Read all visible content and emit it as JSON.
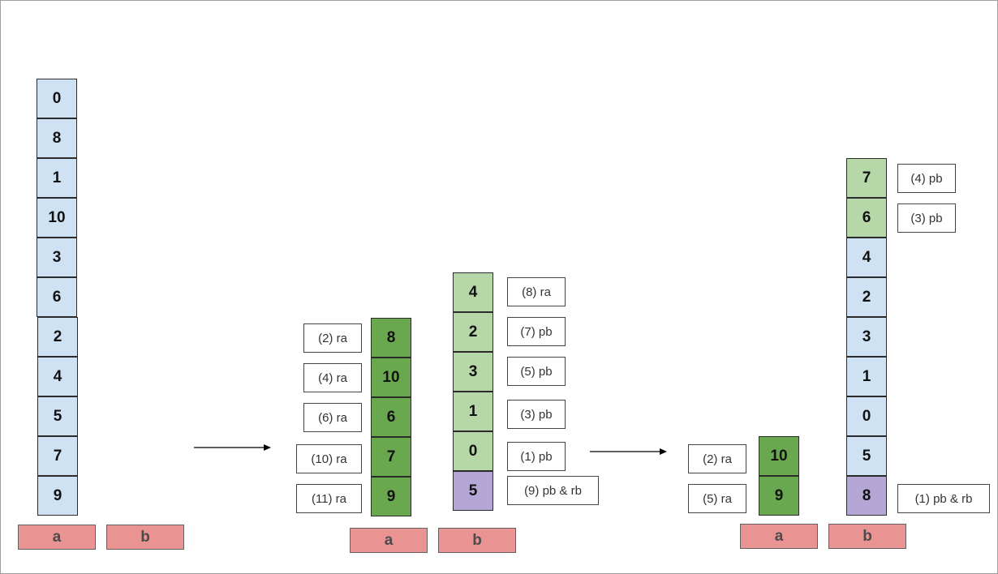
{
  "stage1": {
    "stack_a": [
      "0",
      "8",
      "1",
      "10",
      "3",
      "6",
      "2",
      "4",
      "5",
      "7",
      "9"
    ],
    "label_a": "a",
    "label_b": "b"
  },
  "stage2": {
    "stack_a": [
      "8",
      "10",
      "6",
      "7",
      "9"
    ],
    "notes_a": [
      "(2) ra",
      "(4) ra",
      "(6) ra",
      "(10) ra",
      "(11) ra"
    ],
    "stack_b": [
      "4",
      "2",
      "3",
      "1",
      "0",
      "5"
    ],
    "notes_b": [
      "(8) ra",
      "(7) pb",
      "(5) pb",
      "(3) pb",
      "(1) pb",
      "(9) pb & rb"
    ],
    "label_a": "a",
    "label_b": "b"
  },
  "stage3": {
    "stack_a": [
      "10",
      "9"
    ],
    "notes_a": [
      "(2) ra",
      "(5) ra"
    ],
    "stack_b": [
      "7",
      "6",
      "4",
      "2",
      "3",
      "1",
      "0",
      "5",
      "8"
    ],
    "notes_b": [
      "(4) pb",
      "(3) pb",
      "(1) pb & rb"
    ],
    "label_a": "a",
    "label_b": "b"
  },
  "colors": {
    "blue": "#cfe2f3",
    "dark_green": "#6aa84f",
    "light_green": "#b6d7a8",
    "purple": "#b4a7d6",
    "label_red": "#e06666"
  }
}
